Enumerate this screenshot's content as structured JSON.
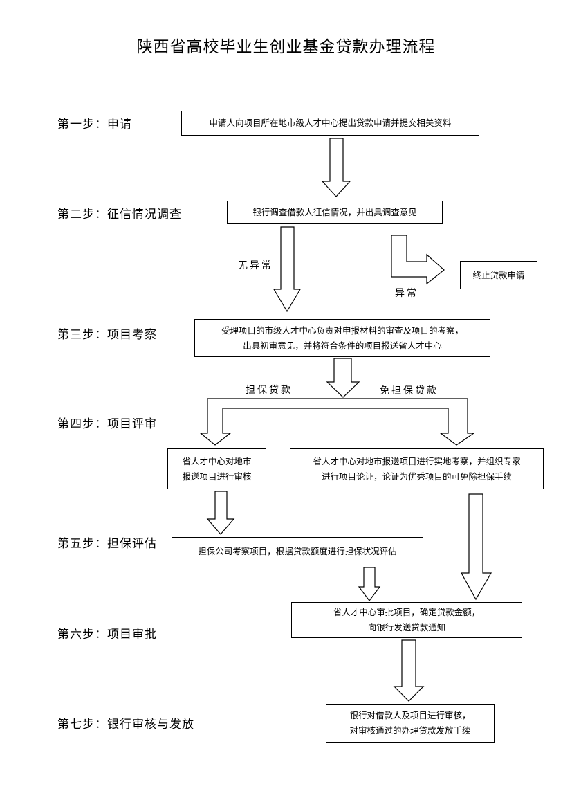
{
  "title": "陕西省高校毕业生创业基金贷款办理流程",
  "steps": [
    {
      "label": "第一步：申请"
    },
    {
      "label": "第二步：征信情况调查"
    },
    {
      "label": "第三步：项目考察"
    },
    {
      "label": "第四步：项目评审"
    },
    {
      "label": "第五步：担保评估"
    },
    {
      "label": "第六步：项目审批"
    },
    {
      "label": "第七步：银行审核与发放"
    }
  ],
  "boxes": {
    "apply": [
      "申请人向项目所在地市级人才中心提出贷款申请并提交相关资料"
    ],
    "credit_check": [
      "银行调查借款人征信情况，并出具调查意见"
    ],
    "terminate": [
      "终止贷款申请"
    ],
    "inspection": [
      "受理项目的市级人才中心负责对申报材料的审查及项目的考察，",
      "出具初审意见，并将符合条件的项目报送省人才中心"
    ],
    "review_guaranteed": [
      "省人才中心对地市",
      "报送项目进行审核"
    ],
    "review_exempt": [
      "省人才中心对地市报送项目进行实地考察，并组织专家",
      "进行项目论证，论证为优秀项目的可免除担保手续"
    ],
    "guarantee_eval": [
      "担保公司考察项目，根据贷款额度进行担保状况评估"
    ],
    "approval": [
      "省人才中心审批项目，确定贷款金额，",
      "向银行发送贷款通知"
    ],
    "bank_release": [
      "银行对借款人及项目进行审核，",
      "对审核通过的办理贷款发放手续"
    ]
  },
  "branch_labels": {
    "normal": "无异常",
    "abnormal": "异常",
    "guaranteed": "担保贷款",
    "exempt": "免担保贷款"
  }
}
